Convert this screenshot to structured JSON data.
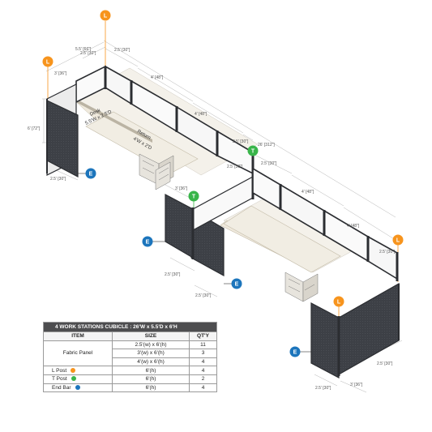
{
  "colors": {
    "l_post": "#f7941d",
    "t_post": "#39b54a",
    "end_bar": "#1c75bc",
    "panel_dark": "#3a3d42",
    "glass": "#ffffff",
    "desk": "#f1ede3"
  },
  "badges": {
    "l": "L",
    "t": "T",
    "e": "E"
  },
  "dims": {
    "d_5_5": "5.5' [66\"]",
    "d_2_5_30": "2.5' [30\"]",
    "d_3_36": "3' [36\"]",
    "d_4_48": "4' [48\"]",
    "d_6_72": "6' [72\"]",
    "d_26_312": "26' [312\"]",
    "d_3_36b": "3' [36\"]"
  },
  "labels": {
    "desk_line1": "Desk",
    "desk_line2": "5.5'W x 2.5'D",
    "return_line1": "Return",
    "return_line2": "4'W x 2'D"
  },
  "table": {
    "title": "4  WORK STATIONS  CUBICLE  :  26'W x 5.5'D x 6'H",
    "headers": [
      "ITEM",
      "SIZE",
      "QT'Y"
    ],
    "rows": [
      {
        "item": "",
        "size": "2.5'(w) x 6'(h)",
        "qty": "11"
      },
      {
        "item": "Fabric Panel",
        "size": "3'(w) x 6'(h)",
        "qty": "3"
      },
      {
        "item": "",
        "size": "4'(w) x 6'(h)",
        "qty": "4"
      },
      {
        "item": "L Post",
        "size": "6'(h)",
        "qty": "4"
      },
      {
        "item": "T Post",
        "size": "6'(h)",
        "qty": "2"
      },
      {
        "item": "End  Bar",
        "size": "6'(h)",
        "qty": "4"
      }
    ]
  }
}
